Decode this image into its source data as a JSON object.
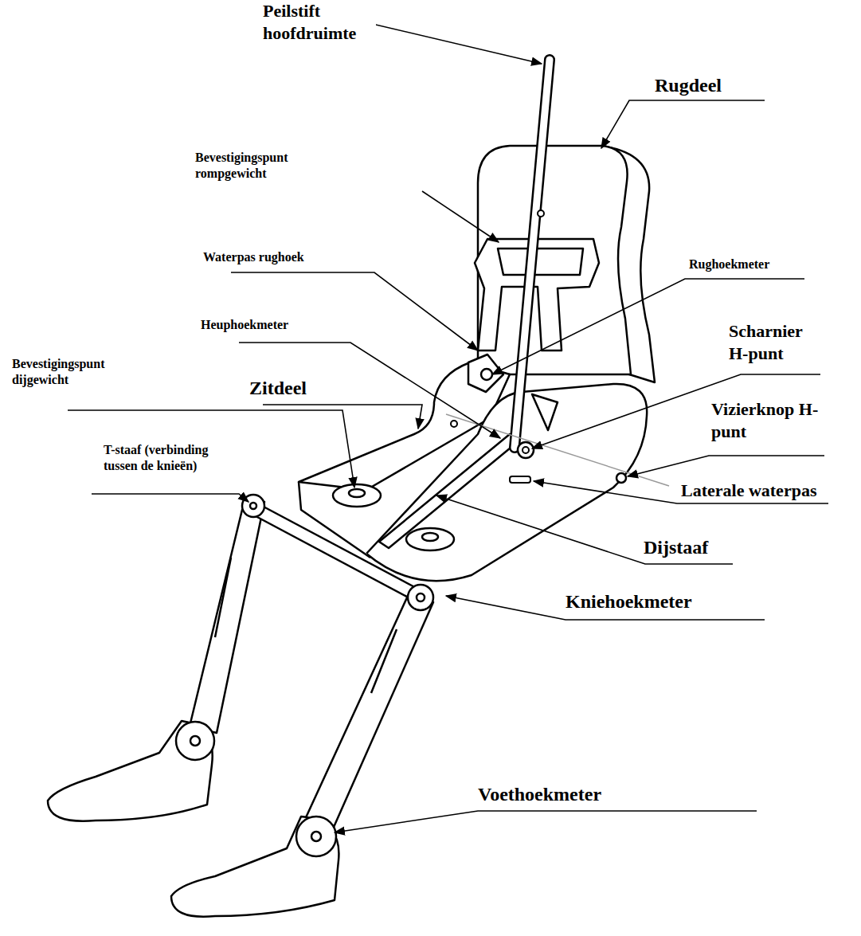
{
  "diagram": {
    "labels": [
      "Peilstift hoofdruimte",
      "Rugdeel",
      "Bevestigingspunt rompgewicht",
      "Waterpas rughoek",
      "Rughoekmeter",
      "Heuphoekmeter",
      "Scharnier H-punt",
      "Bevestigingspunt dijgewicht",
      "Zitdeel",
      "Vizierknop H-punt",
      "T-staaf (verbinding tussen de knieën)",
      "Laterale waterpas",
      "Dijstaaf",
      "Kniehoekmeter",
      "Voethoekmeter"
    ]
  }
}
